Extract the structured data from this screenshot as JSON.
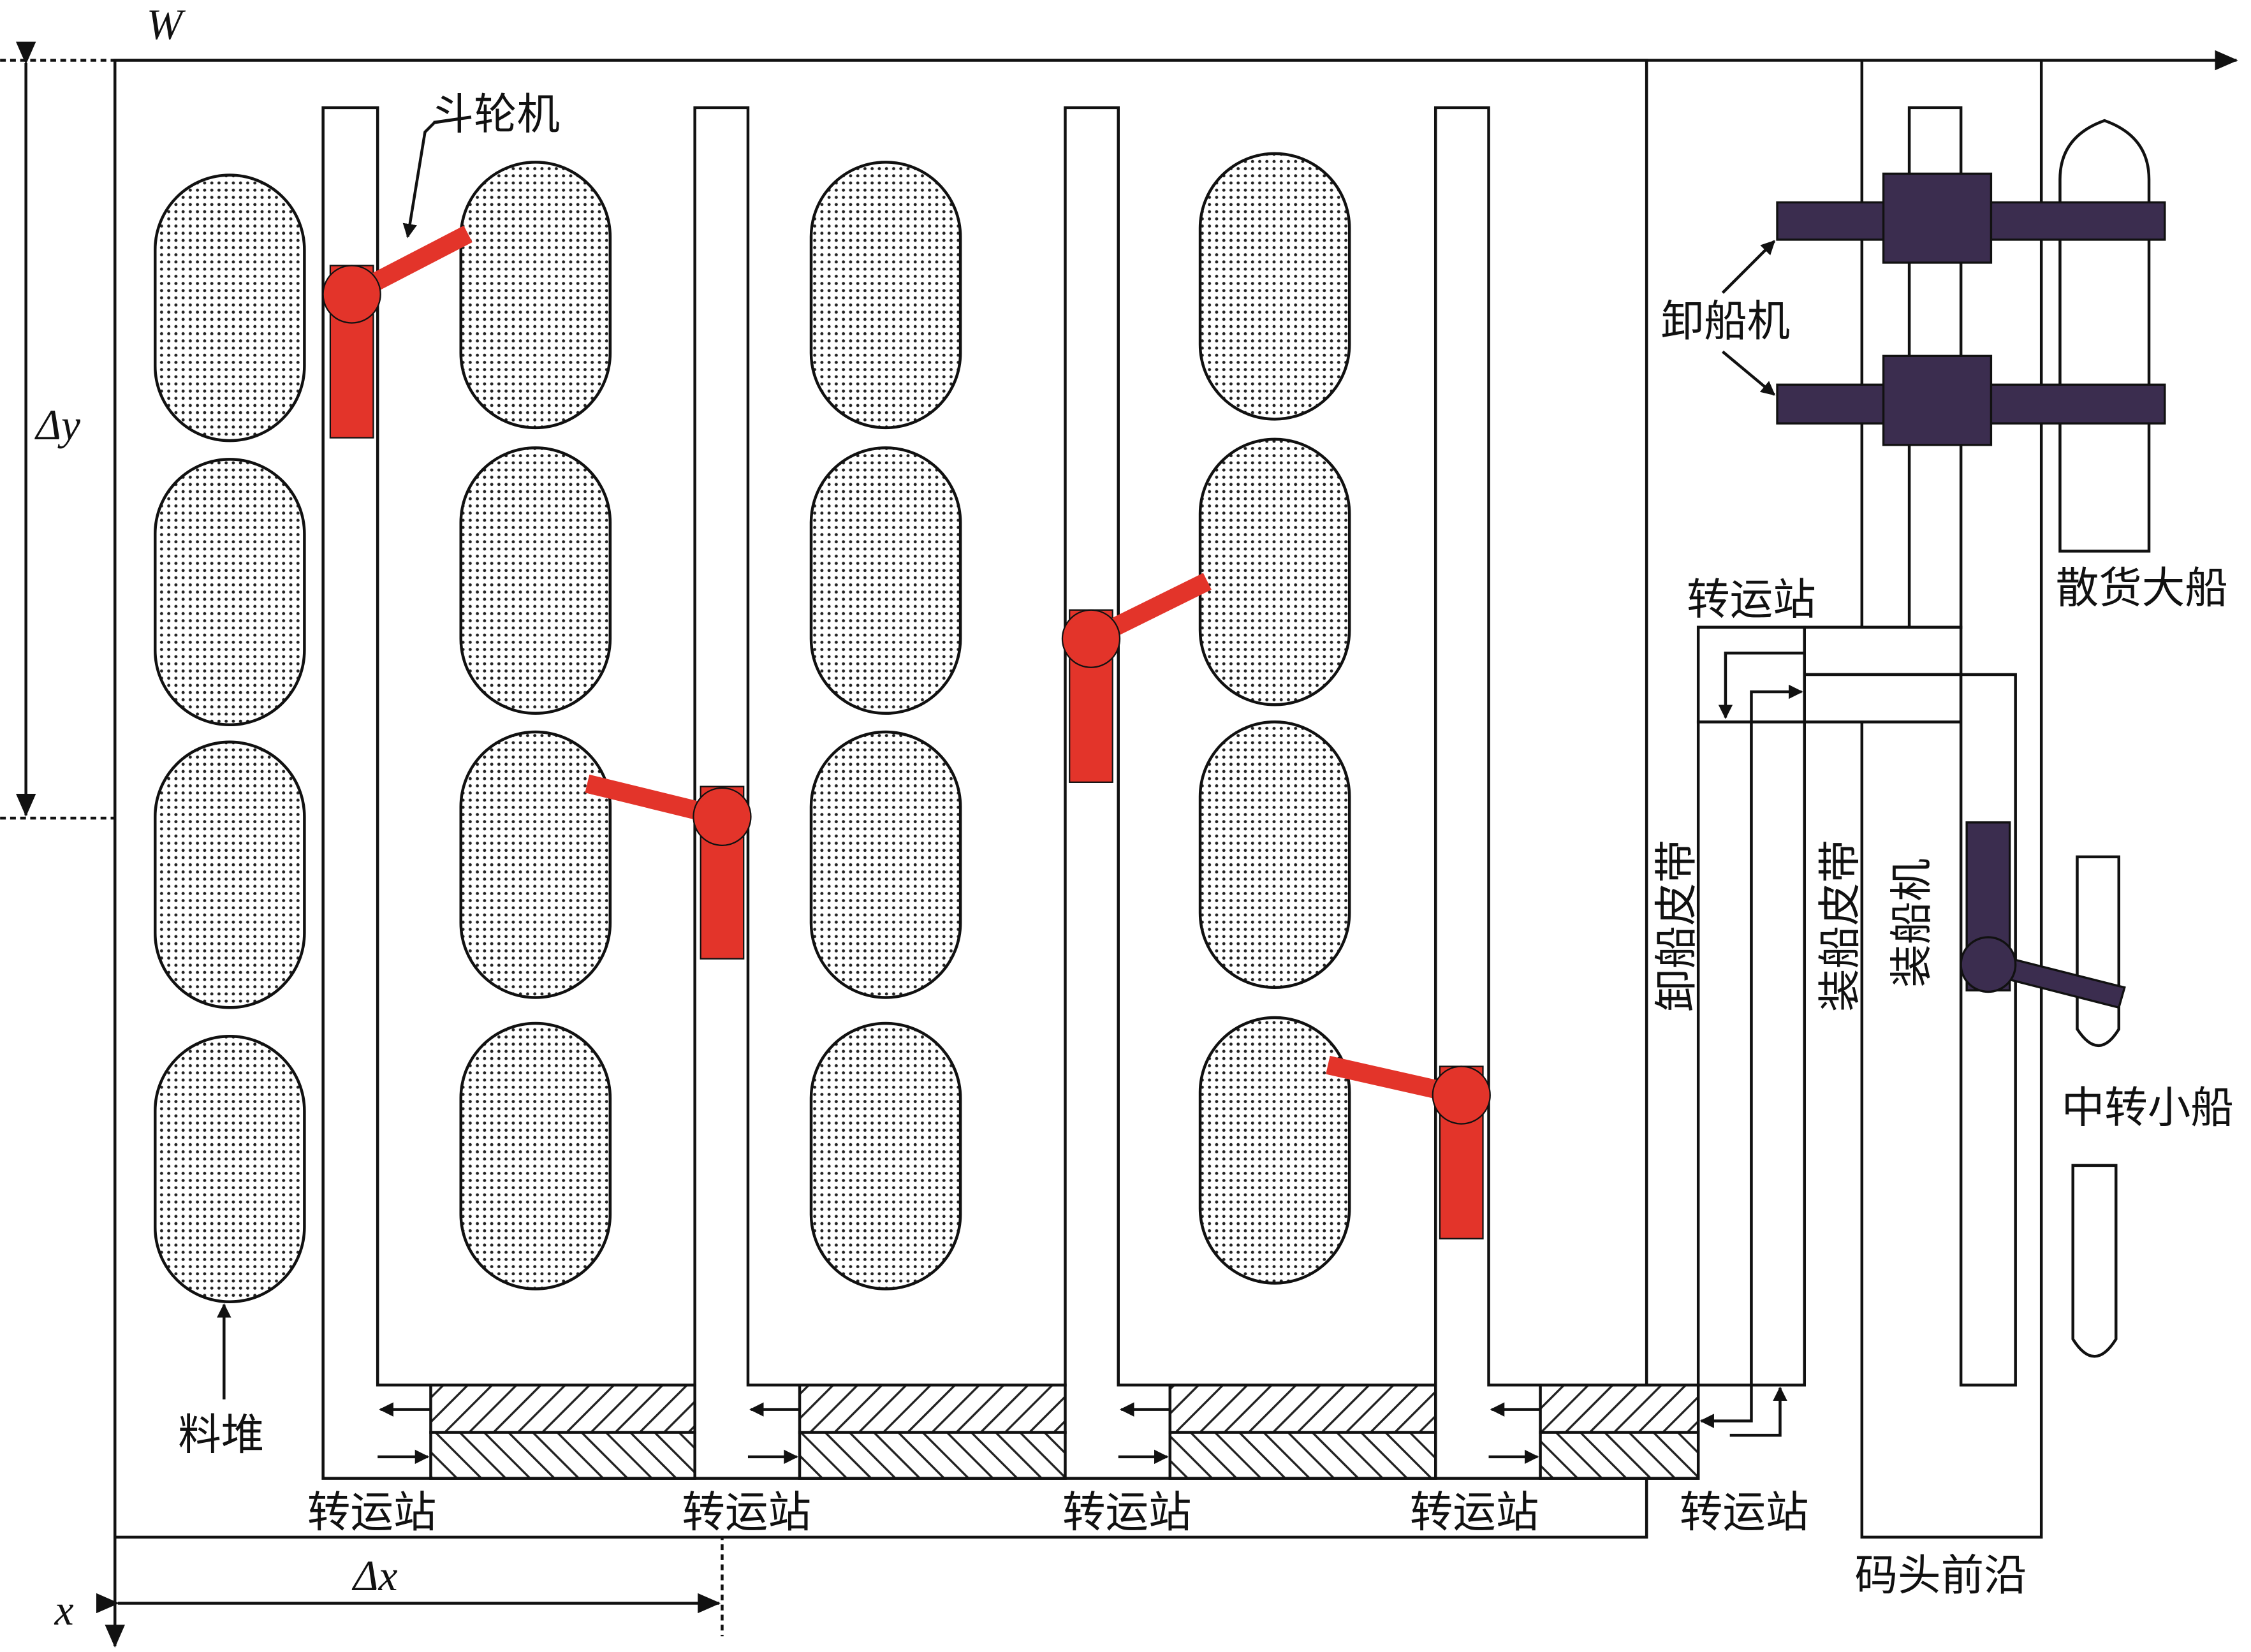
{
  "axes": {
    "w_label": "W",
    "x_label": "x",
    "dy_label": "Δy",
    "dx_label": "Δx"
  },
  "labels": {
    "reclaimer": "斗轮机",
    "stockpile": "料堆",
    "unloader": "卸船机",
    "transfer_station_top": "转运站",
    "bulk_ship": "散货大船",
    "small_ship": "中转小船",
    "quay_front": "码头前沿",
    "unloading_belt": "卸船皮带",
    "loading_belt": "装船皮带",
    "ship_loader": "装船机",
    "bottom_transfer_stations": [
      "转运站",
      "转运站",
      "转运站",
      "转运站",
      "转运站"
    ]
  },
  "colors": {
    "reclaimer": "#e3342a",
    "unloader": "#3b2d4f",
    "line": "#111111"
  }
}
